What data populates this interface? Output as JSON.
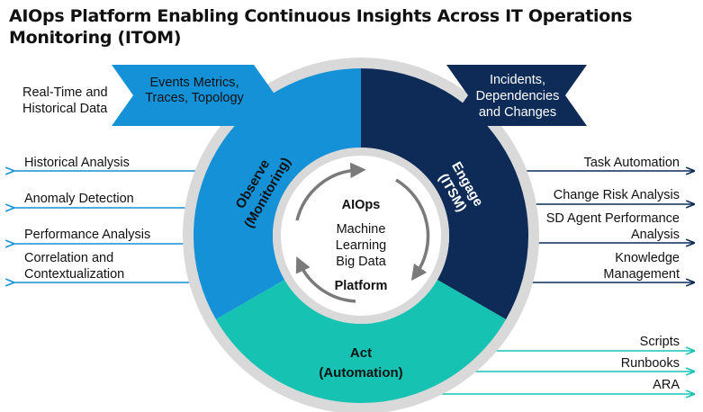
{
  "title": "AIOps Platform Enabling Continuous Insights Across IT Operations Monitoring (ITOM)",
  "colors": {
    "observe": "#1591d8",
    "engage": "#0d2b56",
    "act": "#16c3b3",
    "ring": "#d9d9d9",
    "arrow": "#7a7a7a"
  },
  "left_banner": {
    "text": "Events Metrics, Traces, Topology"
  },
  "left_banner_note": "Real-Time and Historical Data",
  "right_banner": {
    "text": "Incidents, Dependencies and Changes"
  },
  "segments": {
    "observe": {
      "line1": "Observe",
      "line2": "(Monitoring)"
    },
    "engage": {
      "line1": "Engage",
      "line2": "(ITSM)"
    },
    "act": {
      "line1": "Act",
      "line2": "(Automation)"
    }
  },
  "center": {
    "heading": "AIOps",
    "items": [
      "Machine",
      "Learning",
      "Big Data"
    ],
    "footer": "Platform"
  },
  "left_outputs": [
    "Historical Analysis",
    "Anomaly Detection",
    "Performance Analysis",
    "Correlation and Contextualization"
  ],
  "right_outputs": [
    "Task Automation",
    "Change Risk Analysis",
    "SD Agent Performance Analysis",
    "Knowledge Management"
  ],
  "act_outputs": [
    "Scripts",
    "Runbooks",
    "ARA"
  ]
}
